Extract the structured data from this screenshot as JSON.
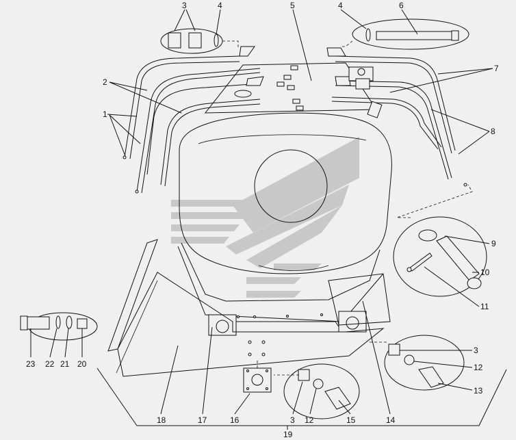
{
  "diagram": {
    "callouts": [
      {
        "id": "c1",
        "text": "1"
      },
      {
        "id": "c2",
        "text": "2"
      },
      {
        "id": "c3a",
        "text": "3"
      },
      {
        "id": "c4a",
        "text": "4"
      },
      {
        "id": "c5",
        "text": "5"
      },
      {
        "id": "c4b",
        "text": "4"
      },
      {
        "id": "c6",
        "text": "6"
      },
      {
        "id": "c7",
        "text": "7"
      },
      {
        "id": "c8",
        "text": "8"
      },
      {
        "id": "c9",
        "text": "9"
      },
      {
        "id": "c10",
        "text": "10"
      },
      {
        "id": "c11",
        "text": "11"
      },
      {
        "id": "c3b",
        "text": "3"
      },
      {
        "id": "c12a",
        "text": "12"
      },
      {
        "id": "c13",
        "text": "13"
      },
      {
        "id": "c23",
        "text": "23"
      },
      {
        "id": "c22",
        "text": "22"
      },
      {
        "id": "c21",
        "text": "21"
      },
      {
        "id": "c20",
        "text": "20"
      },
      {
        "id": "c18",
        "text": "18"
      },
      {
        "id": "c17",
        "text": "17"
      },
      {
        "id": "c16",
        "text": "16"
      },
      {
        "id": "c3c",
        "text": "3"
      },
      {
        "id": "c12b",
        "text": "12"
      },
      {
        "id": "c15",
        "text": "15"
      },
      {
        "id": "c14",
        "text": "14"
      },
      {
        "id": "c19",
        "text": "19"
      }
    ]
  }
}
